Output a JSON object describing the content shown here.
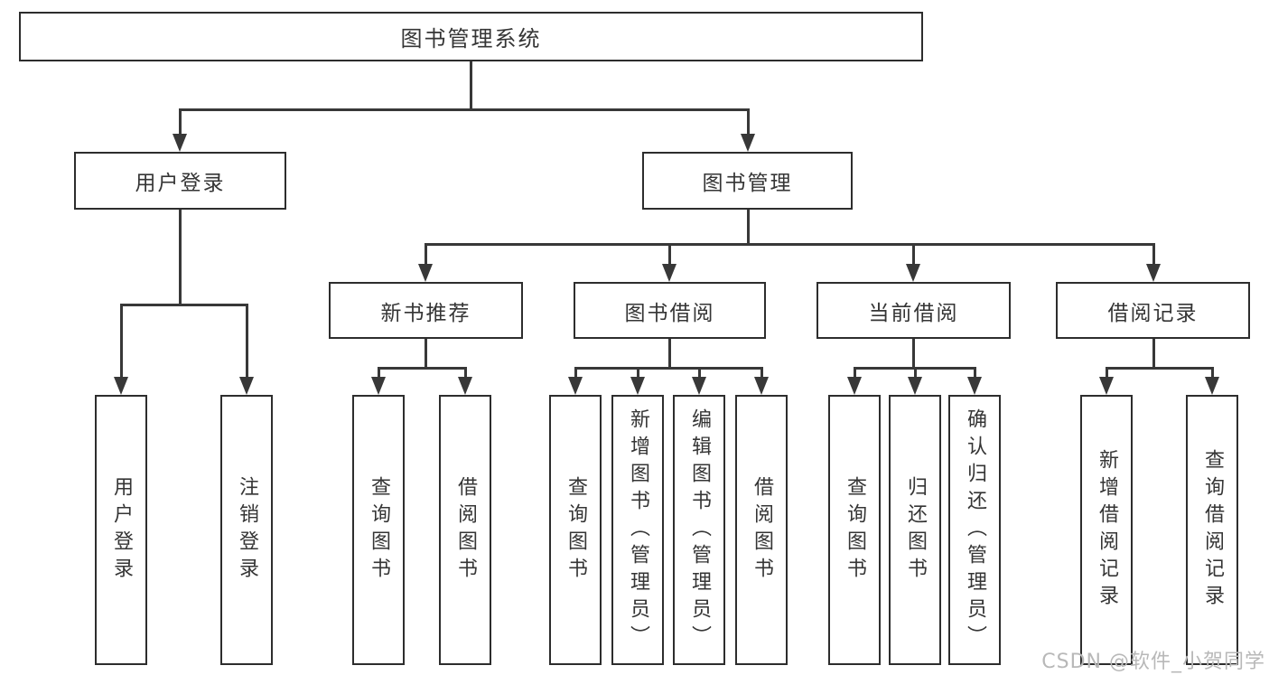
{
  "nodes": {
    "root": "图书管理系统",
    "user_login": "用户登录",
    "book_mgmt": "图书管理",
    "new_book_rec": "新书推荐",
    "book_borrow": "图书借阅",
    "current_borrow": "当前借阅",
    "borrow_records": "借阅记录"
  },
  "leaves": {
    "user_login": [
      "用户登录",
      "注销登录"
    ],
    "new_book_rec": [
      "查询图书",
      "借阅图书"
    ],
    "book_borrow": [
      "查询图书",
      "新增图书（管理员）",
      "编辑图书（管理员）",
      "借阅图书"
    ],
    "current_borrow": [
      "查询图书",
      "归还图书",
      "确认归还（管理员）"
    ],
    "borrow_records": [
      "新增借阅记录",
      "查询借阅记录"
    ]
  },
  "watermark": "CSDN @软件_小贺同学",
  "colors": {
    "line": "#383838",
    "box_border": "#2d2d2d",
    "text": "#353535",
    "watermark": "#b8b8b8",
    "background": "#ffffff"
  }
}
